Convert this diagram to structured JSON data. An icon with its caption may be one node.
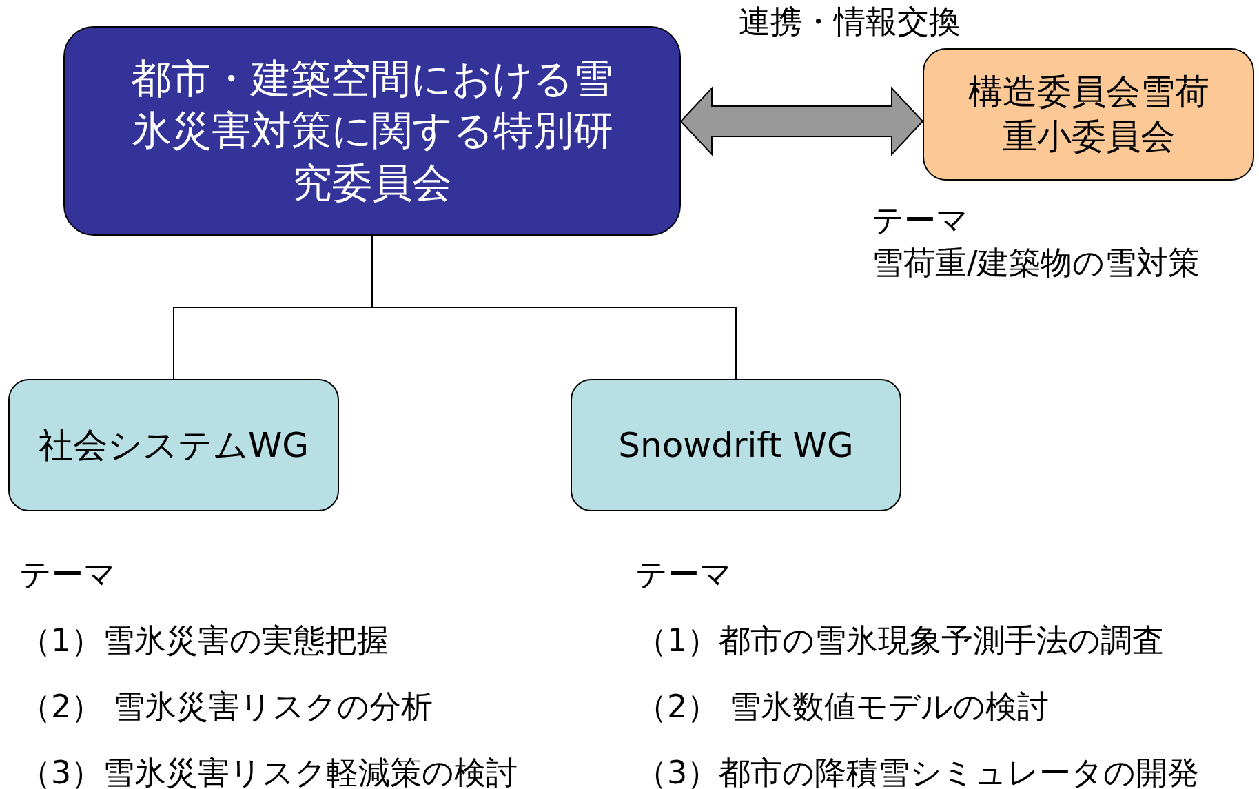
{
  "diagram": {
    "nodes": [
      {
        "text": [
          "都市・建築空間における雪氷災害対策に関する特別研究委員会"
        ]
      },
      {
        "text": [
          "構造委員会雪荷重小委員会"
        ],
        "beside": [
          "テーマ",
          "雪荷重/建築物の雪対策"
        ]
      },
      {
        "text": [
          "社会システムWG"
        ],
        "beside": [
          "テーマ",
          "（1）雪氷災害の実態把握",
          "（2） 雪氷災害リスクの分析",
          "（3）雪氷災害リスク軽減策の検討"
        ]
      },
      {
        "text": [
          "Snowdrift WG"
        ],
        "beside": [
          "テーマ",
          "（1）都市の雪氷現象予測手法の調査",
          "（2） 雪氷数値モデルの検討",
          "（3）都市の降積雪シミュレータの開発"
        ]
      }
    ],
    "edges": [
      {
        "from": 0,
        "to": 2,
        "arrow": "none"
      },
      {
        "from": 0,
        "to": 3,
        "arrow": "none"
      },
      {
        "from": 0,
        "to": 1,
        "arrow": "both",
        "label": "連携・情報交換"
      }
    ]
  }
}
